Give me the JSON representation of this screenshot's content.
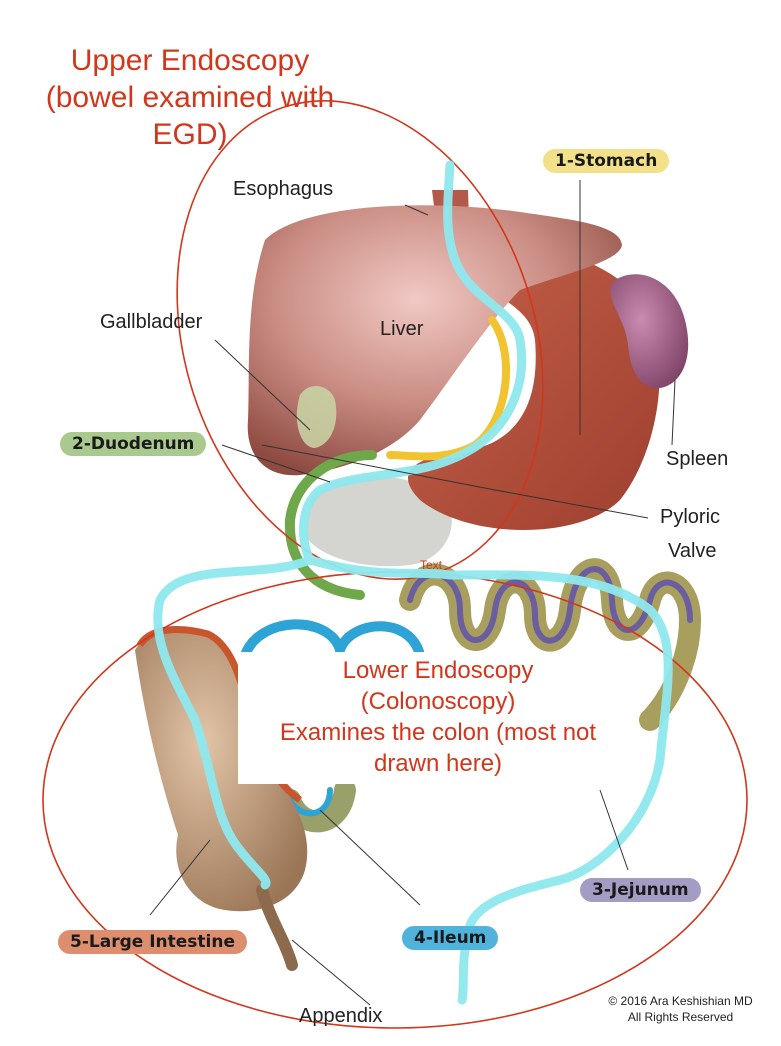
{
  "upper": {
    "line1": "Upper Endoscopy",
    "line2": "(bowel examined with",
    "line3": "EGD)"
  },
  "lower": {
    "line1": "Lower Endoscopy",
    "line2": "(Colonoscopy)",
    "line3": "Examines the colon (most not",
    "line4": "drawn here)"
  },
  "labels": {
    "esophagus": "Esophagus",
    "gallbladder": "Gallbladder",
    "liver": "Liver",
    "spleen": "Spleen",
    "pyloric1": "Pyloric",
    "pyloric2": "Valve",
    "appendix": "Appendix",
    "text_marker": "Text"
  },
  "pills": {
    "stomach": "1-Stomach",
    "duodenum": "2-Duodenum",
    "jejunum": "3-Jejunum",
    "ileum": "4-Ileum",
    "large_intestine": "5-Large Intestine"
  },
  "copyright": {
    "line1": "© 2016 Ara Keshishian MD",
    "line2": "All Rights Reserved"
  },
  "colors": {
    "annotation_red": "#d2361c",
    "scope_path": "#8ee8ee",
    "stomach_pill": "#f3e08a",
    "duodenum_pill": "#a9c98e",
    "jejunum_pill": "#a59cc4",
    "ileum_pill": "#4fb3dc",
    "large_intestine_pill": "#dc8e6e"
  }
}
